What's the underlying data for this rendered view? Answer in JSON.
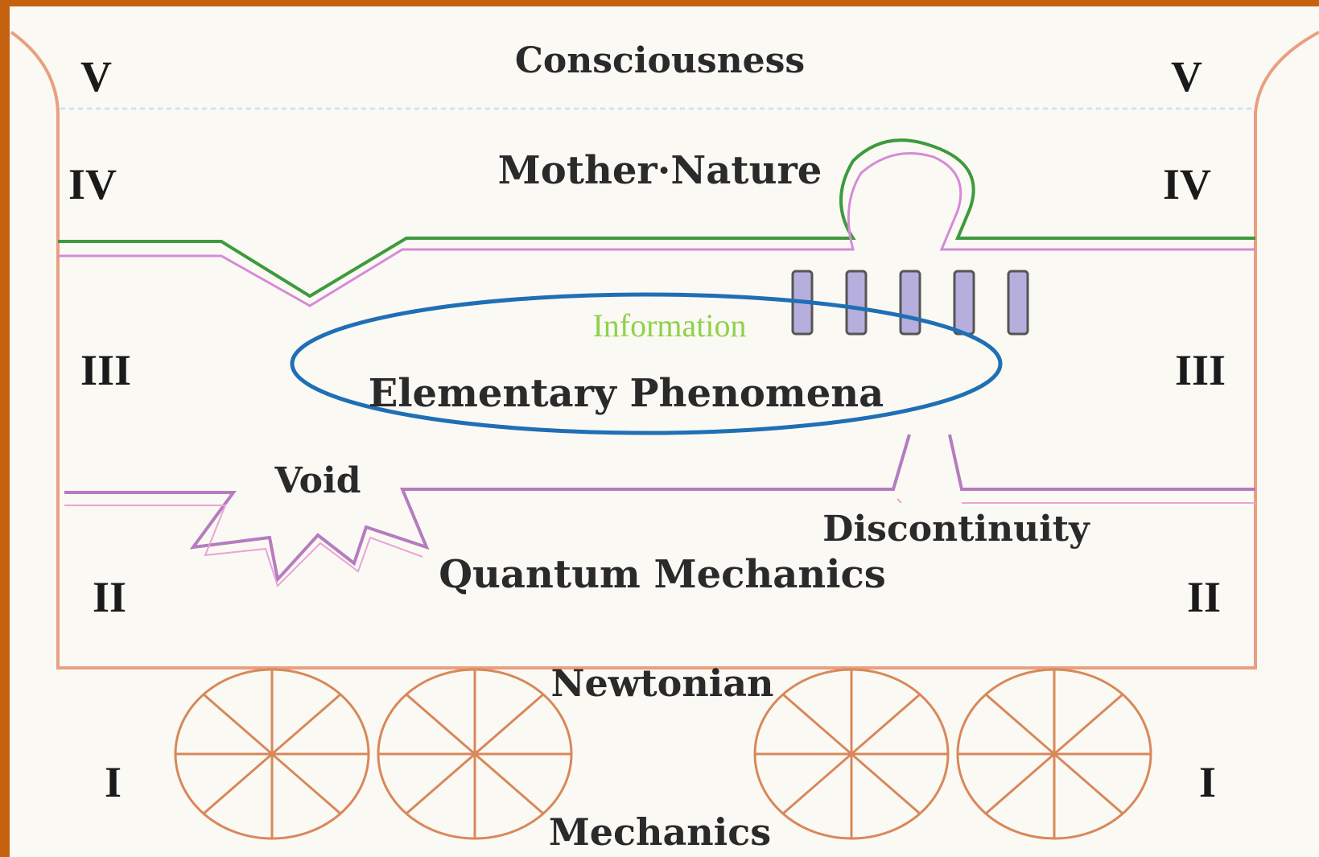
{
  "colors": {
    "frame": "#c4620f",
    "paper": "#fbf9f4",
    "outline": "#e8a080",
    "green_line": "#3e9a3e",
    "pink_line": "#d58bd8",
    "purple_line": "#b57cc0",
    "ellipse": "#1f6fb5",
    "block": "#b6aedc",
    "information_text": "#8ed24a"
  },
  "levels": {
    "v": "V",
    "iv": "IV",
    "iii": "III",
    "ii": "II",
    "i": "I"
  },
  "labels": {
    "consciousness": "Consciousness",
    "mother_nature": "Mother·Nature",
    "information": "Information",
    "elementary_phenomena": "Elementary Phenomena",
    "void": "Void",
    "discontinuity": "Discontinuity",
    "quantum_mechanics": "Quantum Mechanics",
    "newtonian": "Newtonian",
    "mechanics": "Mechanics"
  },
  "information_blocks": 5,
  "wheels": 4
}
